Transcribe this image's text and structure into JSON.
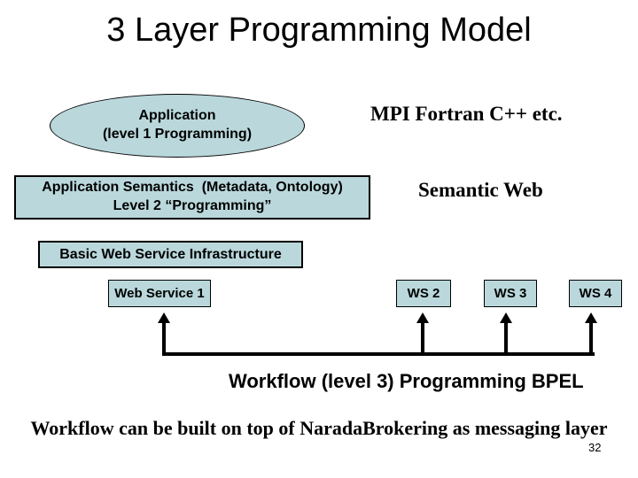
{
  "slide": {
    "title": "3 Layer Programming Model",
    "ellipse": {
      "line1": "Application",
      "line2": "(level 1 Programming)"
    },
    "right_labels": {
      "mpi": "MPI Fortran C++ etc.",
      "semantic_web": "Semantic Web"
    },
    "level2_box": {
      "line1": "Application Semantics  (Metadata, Ontology)",
      "line2": "Level 2 “Programming”"
    },
    "infra_box": "Basic Web Service Infrastructure",
    "services": [
      "Web Service 1",
      "WS 2",
      "WS 3",
      "WS 4"
    ],
    "workflow_label": "Workflow (level 3) Programming BPEL",
    "bottom_text": "Workflow can be built on top of NaradaBrokering as messaging layer",
    "page_number": "32",
    "colors": {
      "box_fill": "#bad8dc",
      "box_border": "#000000",
      "background": "#ffffff",
      "text": "#000000"
    }
  }
}
